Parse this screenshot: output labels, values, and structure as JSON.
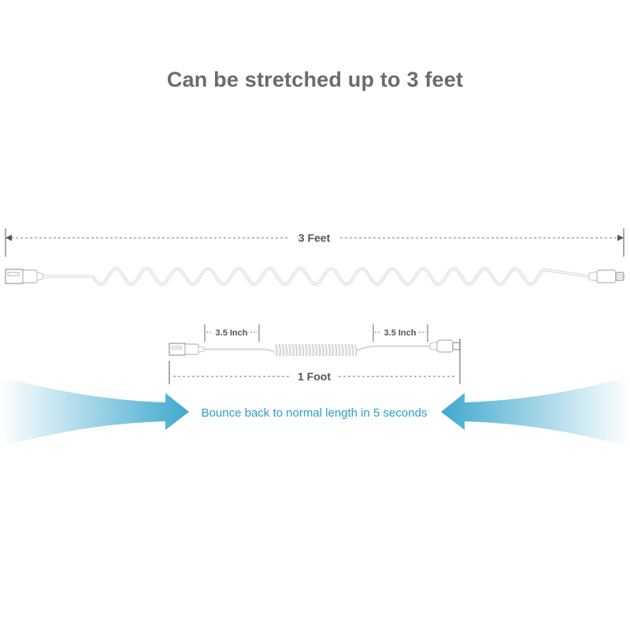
{
  "title": "Can be stretched up to 3 feet",
  "stretched": {
    "length_label": "3 Feet"
  },
  "coiled": {
    "left_straight_label": "3.5 Inch",
    "right_straight_label": "3.5 Inch",
    "length_label": "1 Foot"
  },
  "message": "Bounce back to normal length in 5 seconds",
  "colors": {
    "title": "#6b6b6b",
    "accent": "#2a9fc9",
    "message": "#2a9fc9",
    "cable": "#dcdcdc",
    "dimension": "#555555"
  },
  "icons": [
    "usb-a-connector-icon",
    "micro-usb-connector-icon",
    "arrow-right-icon",
    "arrow-left-icon"
  ]
}
